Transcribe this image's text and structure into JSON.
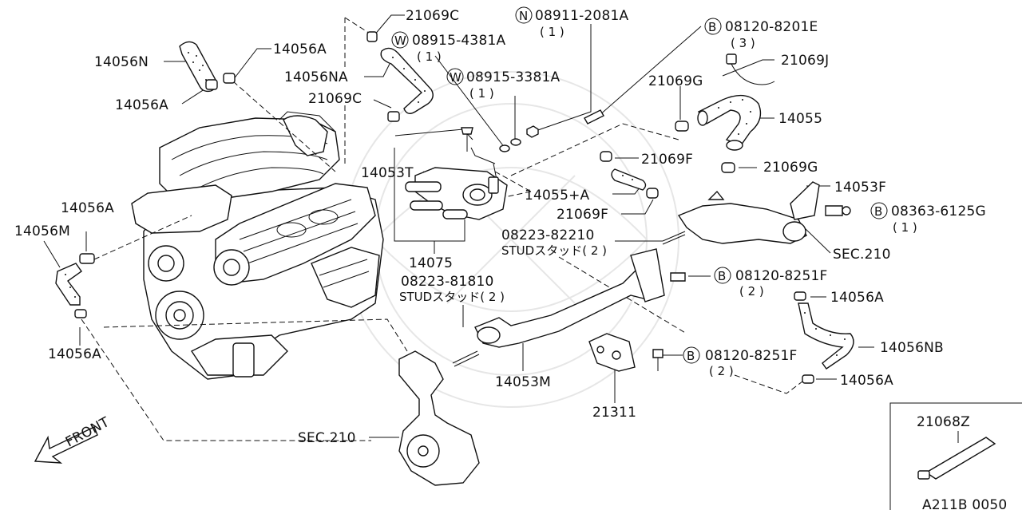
{
  "diagram_code": "A211B 0050",
  "front_label": "FRONT",
  "sec_labels": [
    "SEC.210",
    "SEC.210"
  ],
  "parts": {
    "p_21069C_top": "21069C",
    "p_21069C_mid": "21069C",
    "p_14056A_top": "14056A",
    "p_14056N": "14056N",
    "p_14056A_left": "14056A",
    "p_14056NA": "14056NA",
    "p_08915_4381A": "08915-4381A",
    "p_08915_4381A_qty": "( 1 )",
    "p_08911_2081A": "08911-2081A",
    "p_08911_2081A_qty": "( 1 )",
    "p_08915_3381A": "08915-3381A",
    "p_08915_3381A_qty": "( 1 )",
    "p_08120_8201E": "08120-8201E",
    "p_08120_8201E_qty": "( 3 )",
    "p_21069J": "21069J",
    "p_21069G_top": "21069G",
    "p_14055": "14055",
    "p_14053T": "14053T",
    "p_21069F_mid": "21069F",
    "p_21069G_mid": "21069G",
    "p_14055A": "14055+A",
    "p_21069F_low": "21069F",
    "p_14053F": "14053F",
    "p_08363_6125G": "08363-6125G",
    "p_08363_6125G_qty": "( 1 )",
    "p_08223_82210": "08223-82210",
    "p_stud_2_right": "STUDスタッド( 2 )",
    "p_14075": "14075",
    "p_SEC210_right": "SEC.210",
    "p_08223_81810": "08223-81810",
    "p_stud_2_left": "STUDスタッド( 2 )",
    "p_08120_8251F_a": "08120-8251F",
    "p_08120_8251F_a_qty": "( 2 )",
    "p_14056A_r1": "14056A",
    "p_14056A_l1": "14056A",
    "p_14056M": "14056M",
    "p_14056A_l2": "14056A",
    "p_14056NB": "14056NB",
    "p_08120_8251F_b": "08120-8251F",
    "p_08120_8251F_b_qty": "( 2 )",
    "p_14053M": "14053M",
    "p_14056A_r2": "14056A",
    "p_21311": "21311",
    "p_21068Z": "21068Z"
  },
  "circled_prefixes": [
    "N",
    "W",
    "W",
    "B",
    "B",
    "B",
    "B"
  ]
}
